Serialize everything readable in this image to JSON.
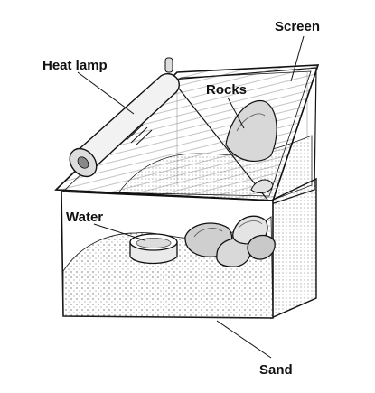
{
  "labels": {
    "screen": "Screen",
    "heat_lamp": "Heat lamp",
    "rocks": "Rocks",
    "water": "Water",
    "sand": "Sand"
  },
  "colors": {
    "ink": "#111111",
    "background": "#ffffff"
  }
}
